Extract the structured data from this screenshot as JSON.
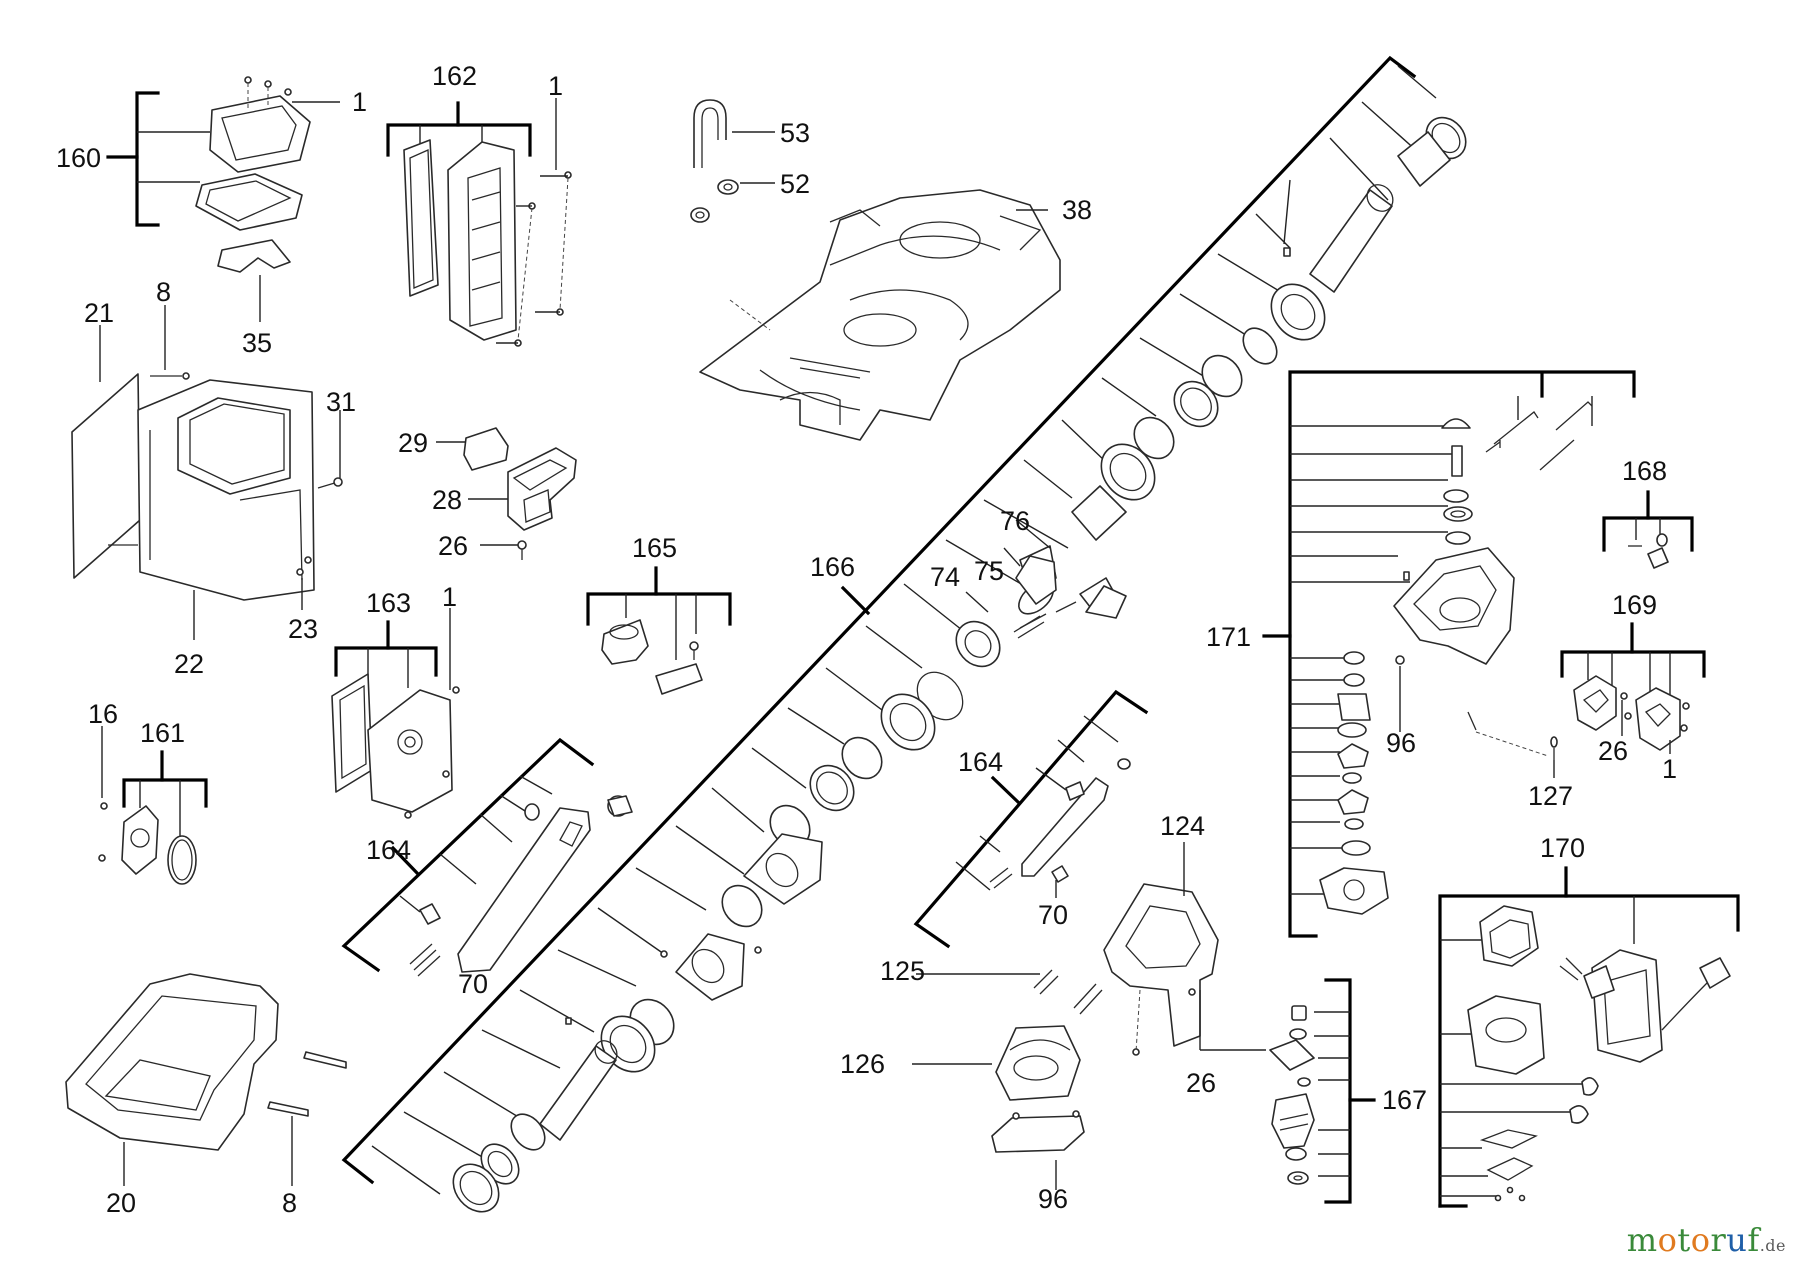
{
  "callouts": {
    "c160": "160",
    "c1a": "1",
    "c162": "162",
    "c1b": "1",
    "c53": "53",
    "c52": "52",
    "c38": "38",
    "c35": "35",
    "c21": "21",
    "c8a": "8",
    "c31": "31",
    "c29": "29",
    "c28": "28",
    "c26a": "26",
    "c22": "22",
    "c23": "23",
    "c163": "163",
    "c1c": "1",
    "c165": "165",
    "c166": "166",
    "c76": "76",
    "c74": "74",
    "c75": "75",
    "c16": "16",
    "c161": "161",
    "c164a": "164",
    "c70a": "70",
    "c164b": "164",
    "c70b": "70",
    "c124": "124",
    "c125": "125",
    "c126": "126",
    "c26b": "26",
    "c167": "167",
    "c20": "20",
    "c8b": "8",
    "c96a": "96",
    "c171": "171",
    "c168": "168",
    "c169": "169",
    "c96b": "96",
    "c26c": "26",
    "c1d": "1",
    "c127": "127",
    "c170": "170"
  },
  "watermark": {
    "brand_colored": [
      "m",
      "o",
      "t",
      "o",
      "r",
      "u",
      "f"
    ],
    "brand_colors": [
      "#3a8a3a",
      "#e07a1f",
      "#3a8a3a",
      "#e07a1f",
      "#3a8a3a",
      "#1f5fa8",
      "#3a8a3a"
    ],
    "suffix": ".de"
  }
}
